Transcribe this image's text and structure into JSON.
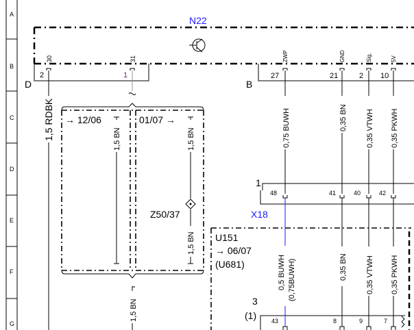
{
  "rows": [
    "A",
    "B",
    "C",
    "D",
    "E",
    "F",
    "G"
  ],
  "colors": {
    "accent_label": "#1a1aff",
    "signal_wire": "#1a1aff",
    "ground_wire": "#a09080",
    "pin_purple": "#6a2a6a"
  },
  "components": {
    "n22": {
      "label": "N22",
      "icon": "transistor-icon",
      "pins": [
        {
          "name": "30",
          "num": "2"
        },
        {
          "name": "31",
          "num": "1"
        },
        {
          "name": "ZWP",
          "num": "27"
        },
        {
          "name": "GND",
          "num": "21"
        },
        {
          "name": "Sig.",
          "num": "2"
        },
        {
          "name": "5V",
          "num": "10"
        }
      ],
      "plug_left": "D",
      "plug_right": "B"
    },
    "x18": {
      "label": "X18",
      "plug": "1",
      "pins": [
        "48",
        "41",
        "40",
        "42"
      ]
    },
    "u151": {
      "label": "U151",
      "date": "06/07",
      "alt": "(U681)",
      "plug": "3",
      "plug_alt": "(1)",
      "pins": [
        "43",
        "8",
        "9",
        "7"
      ]
    },
    "z50": {
      "label": "Z50/37"
    }
  },
  "variants": {
    "left": "12/06",
    "right": "01/07"
  },
  "wires": {
    "w30": "1,5 RDBK",
    "left_bn": "1,5 BN",
    "right_bn_top": "1,5 BN",
    "right_bn_bottom": "1,5 BN",
    "bottom_bn": "1,5 BN",
    "zwp": "0,75 BUWH",
    "gnd": "0,35 BN",
    "sig": "0,35 VTWH",
    "v5": "0,35 PKWH",
    "zwp_low": "0,5 BUWH",
    "zwp_low_alt": "(0,75BUWH)",
    "gnd_low": "0,35 BN",
    "sig_low": "0,35 VTWH",
    "v5_low": "0,35 PKWH"
  }
}
